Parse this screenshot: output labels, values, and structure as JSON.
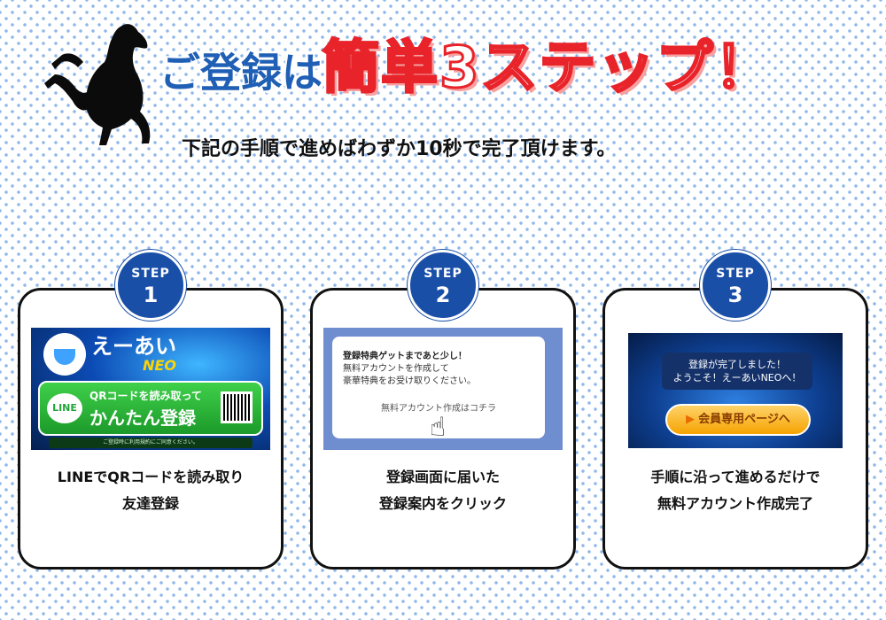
{
  "header": {
    "title_lead": "ご登録は",
    "title_emphasis": "簡単3ステップ！",
    "subtitle": "下記の手順で進めばわずか10秒で完了頂けます。"
  },
  "steps": [
    {
      "step_word": "STEP",
      "number": "1",
      "caption_line1": "LINEでQRコードを読み取り",
      "caption_line2": "友達登録",
      "image": {
        "brand_name": "えーあい",
        "brand_neo": "NEO",
        "line_logo": "LINE",
        "qr_text": "QRコードを読み取って",
        "easy_text": "かんたん登録",
        "note": "ご登録時に利用規約にご同意ください。"
      }
    },
    {
      "step_word": "STEP",
      "number": "2",
      "caption_line1": "登録画面に届いた",
      "caption_line2": "登録案内をクリック",
      "image": {
        "line1": "登録特典ゲットまであと少し！",
        "line2": "無料アカウントを作成して",
        "line3": "豪華特典をお受け取りください。",
        "link": "無料アカウント作成はコチラ"
      }
    },
    {
      "step_word": "STEP",
      "number": "3",
      "caption_line1": "手順に沿って進めるだけで",
      "caption_line2": "無料アカウント作成完了",
      "image": {
        "done_line1": "登録が完了しました！",
        "done_line2": "ようこそ！えーあいNEOへ！",
        "member_button": "会員専用ページへ"
      }
    }
  ],
  "colors": {
    "brand_blue": "#1a4fa8",
    "title_red": "#e8232a",
    "line_green": "#22a43a"
  }
}
